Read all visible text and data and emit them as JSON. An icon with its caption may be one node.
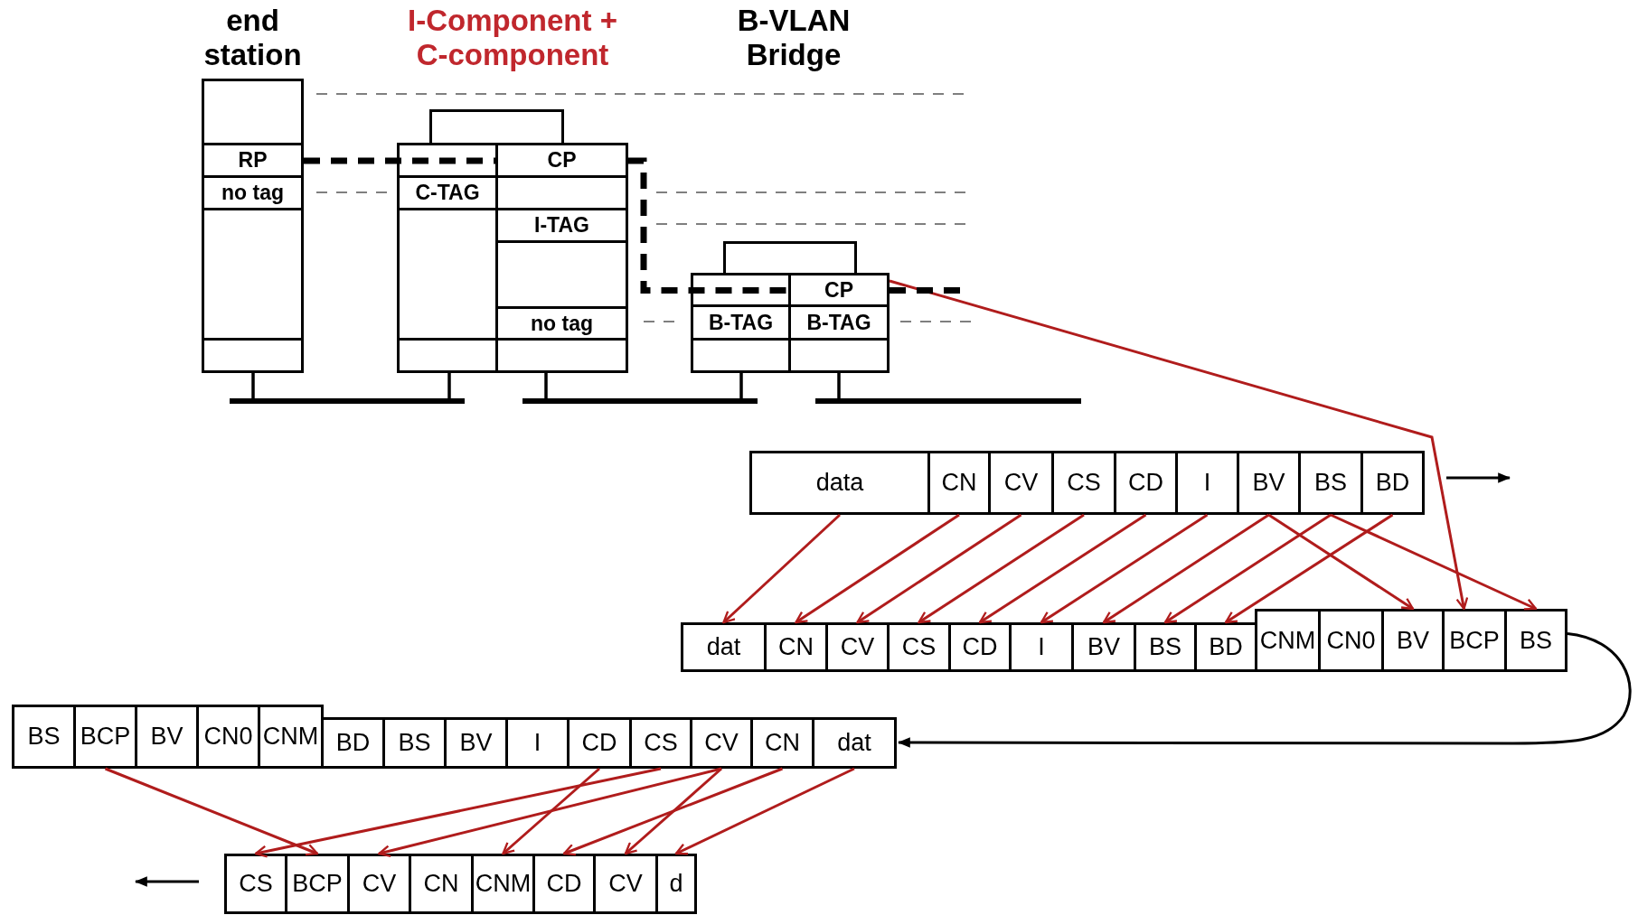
{
  "diagram": {
    "nodes": [
      {
        "text": [
          "end station"
        ]
      },
      {
        "text": [
          "RP"
        ],
        "in": 0
      },
      {
        "text": [
          "no tag"
        ],
        "in": 0
      },
      {
        "text": [
          "I-Component + C-component"
        ]
      },
      {
        "text": [],
        "shape": "box"
      },
      {
        "text": [
          "C-TAG"
        ],
        "in": 3
      },
      {
        "text": [
          "CP"
        ],
        "in": 3
      },
      {
        "text": [
          "I-TAG"
        ],
        "in": 3
      },
      {
        "text": [
          "no tag"
        ],
        "in": 3
      },
      {
        "text": [],
        "shape": "box"
      },
      {
        "text": [],
        "shape": "box"
      },
      {
        "text": [
          "CP"
        ],
        "in": 9
      },
      {
        "text": [
          "B-TAG"
        ],
        "in": 9
      },
      {
        "text": [
          "B-TAG"
        ],
        "in": 9
      },
      {
        "text": [
          "data"
        ]
      },
      {
        "text": [
          "CN"
        ]
      },
      {
        "text": [
          "CV"
        ]
      },
      {
        "text": [
          "CS"
        ]
      },
      {
        "text": [
          "CD"
        ]
      },
      {
        "text": [
          "I"
        ]
      },
      {
        "text": [
          "BV"
        ]
      },
      {
        "text": [
          "BS"
        ]
      },
      {
        "text": [
          "BD"
        ]
      },
      {
        "text": [
          "dat"
        ]
      },
      {
        "text": [
          "CN"
        ]
      },
      {
        "text": [
          "CV"
        ]
      },
      {
        "text": [
          "CS"
        ]
      },
      {
        "text": [
          "CD"
        ]
      },
      {
        "text": [
          "I"
        ]
      },
      {
        "text": [
          "BV"
        ]
      },
      {
        "text": [
          "BS"
        ]
      },
      {
        "text": [
          "BD"
        ]
      },
      {
        "text": [
          "CNM"
        ]
      },
      {
        "text": [
          "CN0"
        ]
      },
      {
        "text": [
          "BV"
        ]
      },
      {
        "text": [
          "BCP"
        ]
      },
      {
        "text": [
          "BS"
        ]
      },
      {
        "text": [
          "BS"
        ]
      },
      {
        "text": [
          "BCP"
        ]
      },
      {
        "text": [
          "BV"
        ]
      },
      {
        "text": [
          "CN0"
        ]
      },
      {
        "text": [
          "CNM"
        ]
      },
      {
        "text": [
          "BD"
        ]
      },
      {
        "text": [
          "BS"
        ]
      },
      {
        "text": [
          "BV"
        ]
      },
      {
        "text": [
          "I"
        ]
      },
      {
        "text": [
          "CD"
        ]
      },
      {
        "text": [
          "CS"
        ]
      },
      {
        "text": [
          "CV"
        ]
      },
      {
        "text": [
          "CN"
        ]
      },
      {
        "text": [
          "dat"
        ]
      },
      {
        "text": [
          "CS"
        ]
      },
      {
        "text": [
          "BCP"
        ]
      },
      {
        "text": [
          "CV"
        ]
      },
      {
        "text": [
          "CN"
        ]
      },
      {
        "text": [
          "CNM"
        ]
      },
      {
        "text": [
          "CD"
        ]
      },
      {
        "text": [
          "CV"
        ]
      },
      {
        "text": [
          "d"
        ]
      },
      {
        "text": [],
        "shape": "bar"
      },
      {
        "text": [],
        "shape": "bar"
      },
      {
        "text": [],
        "shape": "bar"
      }
    ],
    "edges": [
      {
        "from": 14,
        "to": 23,
        "arrow": "to"
      },
      {
        "from": 15,
        "to": 24,
        "arrow": "to"
      },
      {
        "from": 16,
        "to": 25,
        "arrow": "to"
      },
      {
        "from": 17,
        "to": 26,
        "arrow": "to"
      },
      {
        "from": 18,
        "to": 27,
        "arrow": "to"
      },
      {
        "from": 19,
        "to": 28,
        "arrow": "to"
      },
      {
        "from": 20,
        "to": 29,
        "arrow": "to"
      },
      {
        "from": 21,
        "to": 30,
        "arrow": "to"
      },
      {
        "from": 22,
        "to": 31,
        "arrow": "to"
      },
      {
        "from": 20,
        "to": 34,
        "arrow": "to"
      },
      {
        "from": 21,
        "to": 36,
        "arrow": "to"
      },
      {
        "from": 11,
        "to": 35,
        "arrow": "to"
      },
      {
        "from": 36,
        "to": 50,
        "arrow": "to",
        "color": "#000000"
      },
      {
        "from": 38,
        "to": 52,
        "arrow": "to"
      },
      {
        "from": 46,
        "to": 55,
        "arrow": "to"
      },
      {
        "from": 47,
        "to": 51,
        "arrow": "to"
      },
      {
        "from": 48,
        "to": 53,
        "arrow": "to"
      },
      {
        "from": 48,
        "to": 57,
        "arrow": "to"
      },
      {
        "from": 49,
        "to": 56,
        "arrow": "to"
      },
      {
        "from": 50,
        "to": 58,
        "arrow": "to"
      },
      {
        "from": 0,
        "to": 59,
        "arrow": "none",
        "color": "#000000"
      },
      {
        "from": 3,
        "to": 59,
        "arrow": "none",
        "color": "#000000"
      },
      {
        "from": 3,
        "to": 60,
        "arrow": "none",
        "color": "#000000"
      },
      {
        "from": 9,
        "to": 60,
        "arrow": "none",
        "color": "#000000"
      },
      {
        "from": 9,
        "to": 61,
        "arrow": "none",
        "color": "#000000"
      },
      {
        "from": 1,
        "to": 6,
        "arrow": "none",
        "style": "dashed",
        "color": "#000000"
      },
      {
        "from": 6,
        "to": 11,
        "arrow": "none",
        "style": "dashed",
        "color": "#000000"
      },
      {
        "from": 11,
        "to": null,
        "arrow": "none",
        "style": "dashed",
        "color": "#000000"
      }
    ],
    "labels": [
      "B-VLAN Bridge"
    ]
  }
}
